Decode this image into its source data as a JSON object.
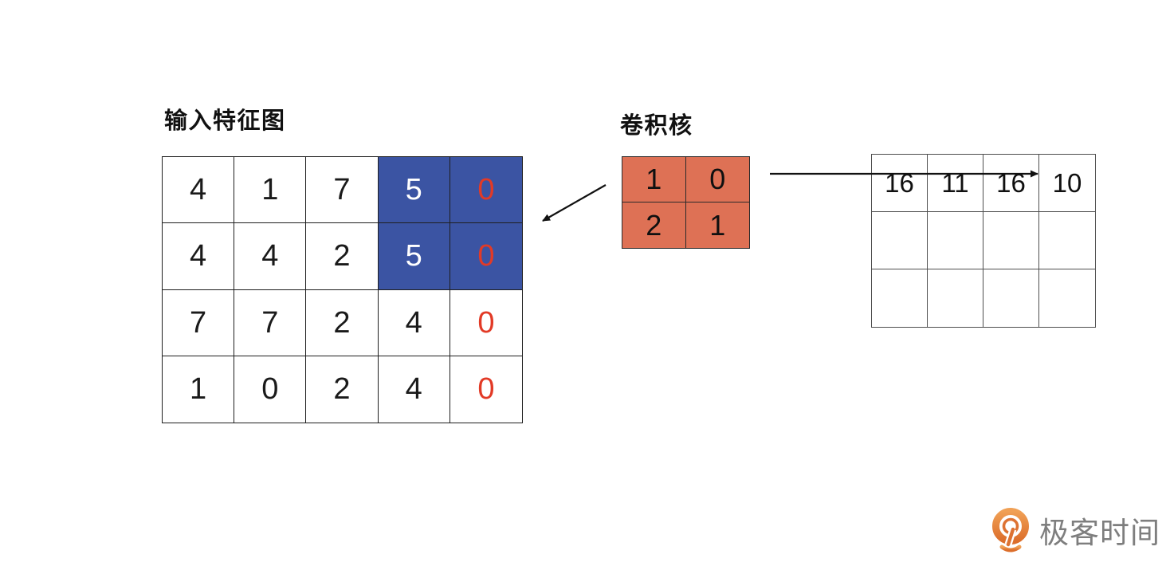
{
  "diagram": {
    "input_map": {
      "title": "输入特征图",
      "rows": [
        [
          "4",
          "1",
          "7",
          "5",
          "0"
        ],
        [
          "4",
          "4",
          "2",
          "5",
          "0"
        ],
        [
          "7",
          "7",
          "2",
          "4",
          "0"
        ],
        [
          "1",
          "0",
          "2",
          "4",
          "0"
        ]
      ]
    },
    "kernel": {
      "title": "卷积核",
      "rows": [
        [
          "1",
          "0"
        ],
        [
          "2",
          "1"
        ]
      ]
    },
    "output_map": {
      "rows": [
        [
          "16",
          "11",
          "16",
          "10"
        ],
        [
          "",
          "",
          "",
          ""
        ],
        [
          "",
          "",
          "",
          ""
        ]
      ]
    },
    "colors": {
      "highlight_blue": "#3B54A3",
      "kernel_salmon": "#DE7155",
      "red_digit": "#E23A26",
      "logo_orange": "#E0732F",
      "logo_text_gray": "#7e7e7e"
    }
  },
  "logo": {
    "text": "极客时间"
  }
}
